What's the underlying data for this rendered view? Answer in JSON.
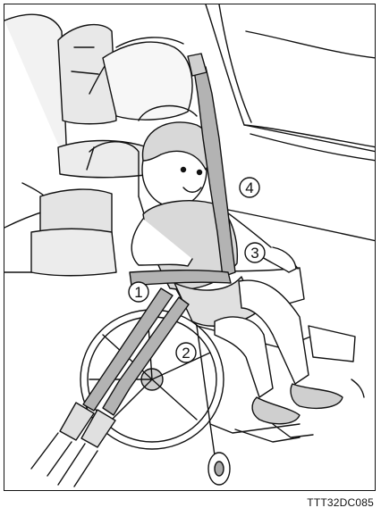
{
  "callouts": [
    "1",
    "2",
    "3",
    "4"
  ],
  "caption": "TTT32DC085"
}
